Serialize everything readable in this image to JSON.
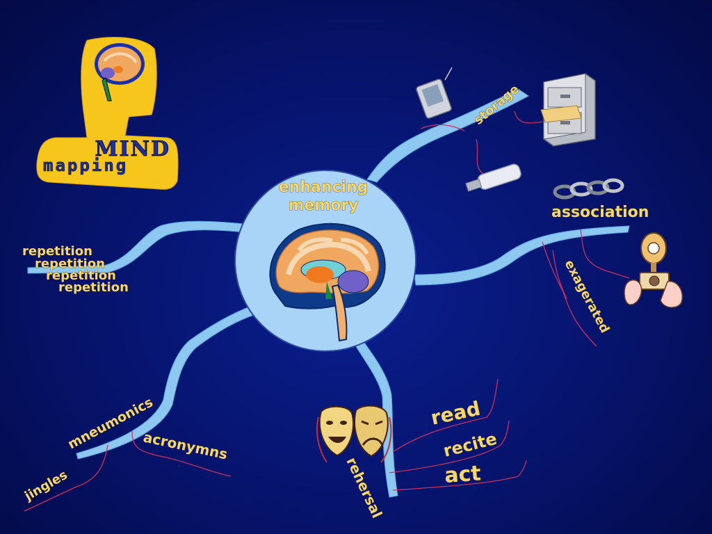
{
  "logo": {
    "line1": "MIND",
    "line2": "mapping"
  },
  "center": {
    "line1": "enhancing",
    "line2": "memory"
  },
  "branches": {
    "storage": "storage",
    "association": "association",
    "exagerated": "exagerated",
    "repetition": [
      "repetition",
      "repetition",
      "repetition",
      "repetition"
    ],
    "mneumonics": "mneumonics",
    "acronymns": "acronymns",
    "jingles": "jingles",
    "rehersal": "rehersal",
    "read": "read",
    "recite": "recite",
    "act": "act"
  },
  "colors": {
    "branch": "#8cc8f0",
    "center_fill": "#a9d4f7",
    "label": "#f5d76e",
    "logo_bg": "#f7c61c",
    "connector": "#c8325a"
  },
  "icons": [
    "brain-icon",
    "pda-icon",
    "filing-cabinet-icon",
    "usb-drive-icon",
    "chain-icon",
    "camera-icon",
    "theater-masks-icon"
  ]
}
